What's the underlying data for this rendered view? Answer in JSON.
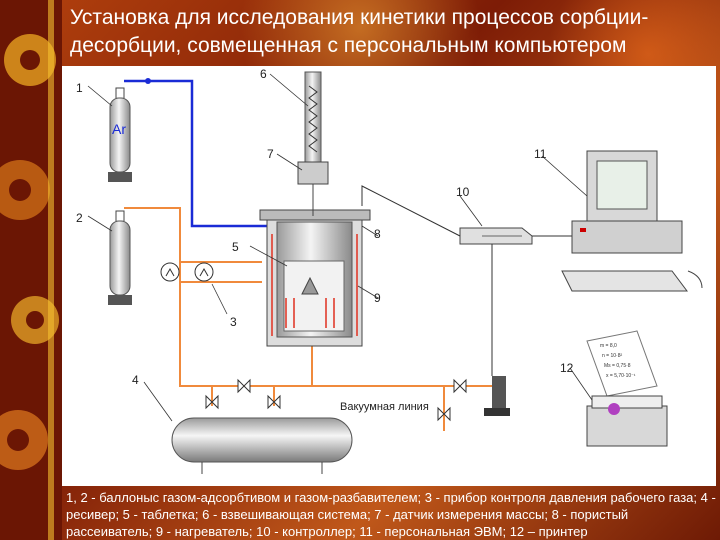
{
  "title": "Установка для исследования кинетики процессов сорбции-десорбции, совмещенная с персональным компьютером",
  "labels": {
    "n1": "1",
    "n2": "2",
    "n3": "3",
    "n4": "4",
    "n5": "5",
    "n6": "6",
    "n7": "7",
    "n8": "8",
    "n9": "9",
    "n10": "10",
    "n11": "11",
    "n12": "12",
    "argon": "Ar",
    "vacuum": "Вакуумная линия"
  },
  "printout": [
    "m = 8,0",
    "n = 10·8²",
    "Ms = 0,75·8",
    "x = 5,70·10⁻¹"
  ],
  "caption": "1, 2 - баллоныс газом-адсорбтивом и газом-разбавителем; 3 - прибор контроля давления рабочего газа; 4 - ресивер; 5 - таблетка; 6 - взвешивающая система; 7 - датчик измерения массы; 8 - пористый рассеиватель; 9 - нагреватель; 10 - контроллер; 11 - персональная ЭВМ; 12 – принтер",
  "colors": {
    "argon_line": "#1a2bd6",
    "gas_line": "#f08a3c",
    "heater": "#e03020",
    "title_text": "#ffffff"
  }
}
